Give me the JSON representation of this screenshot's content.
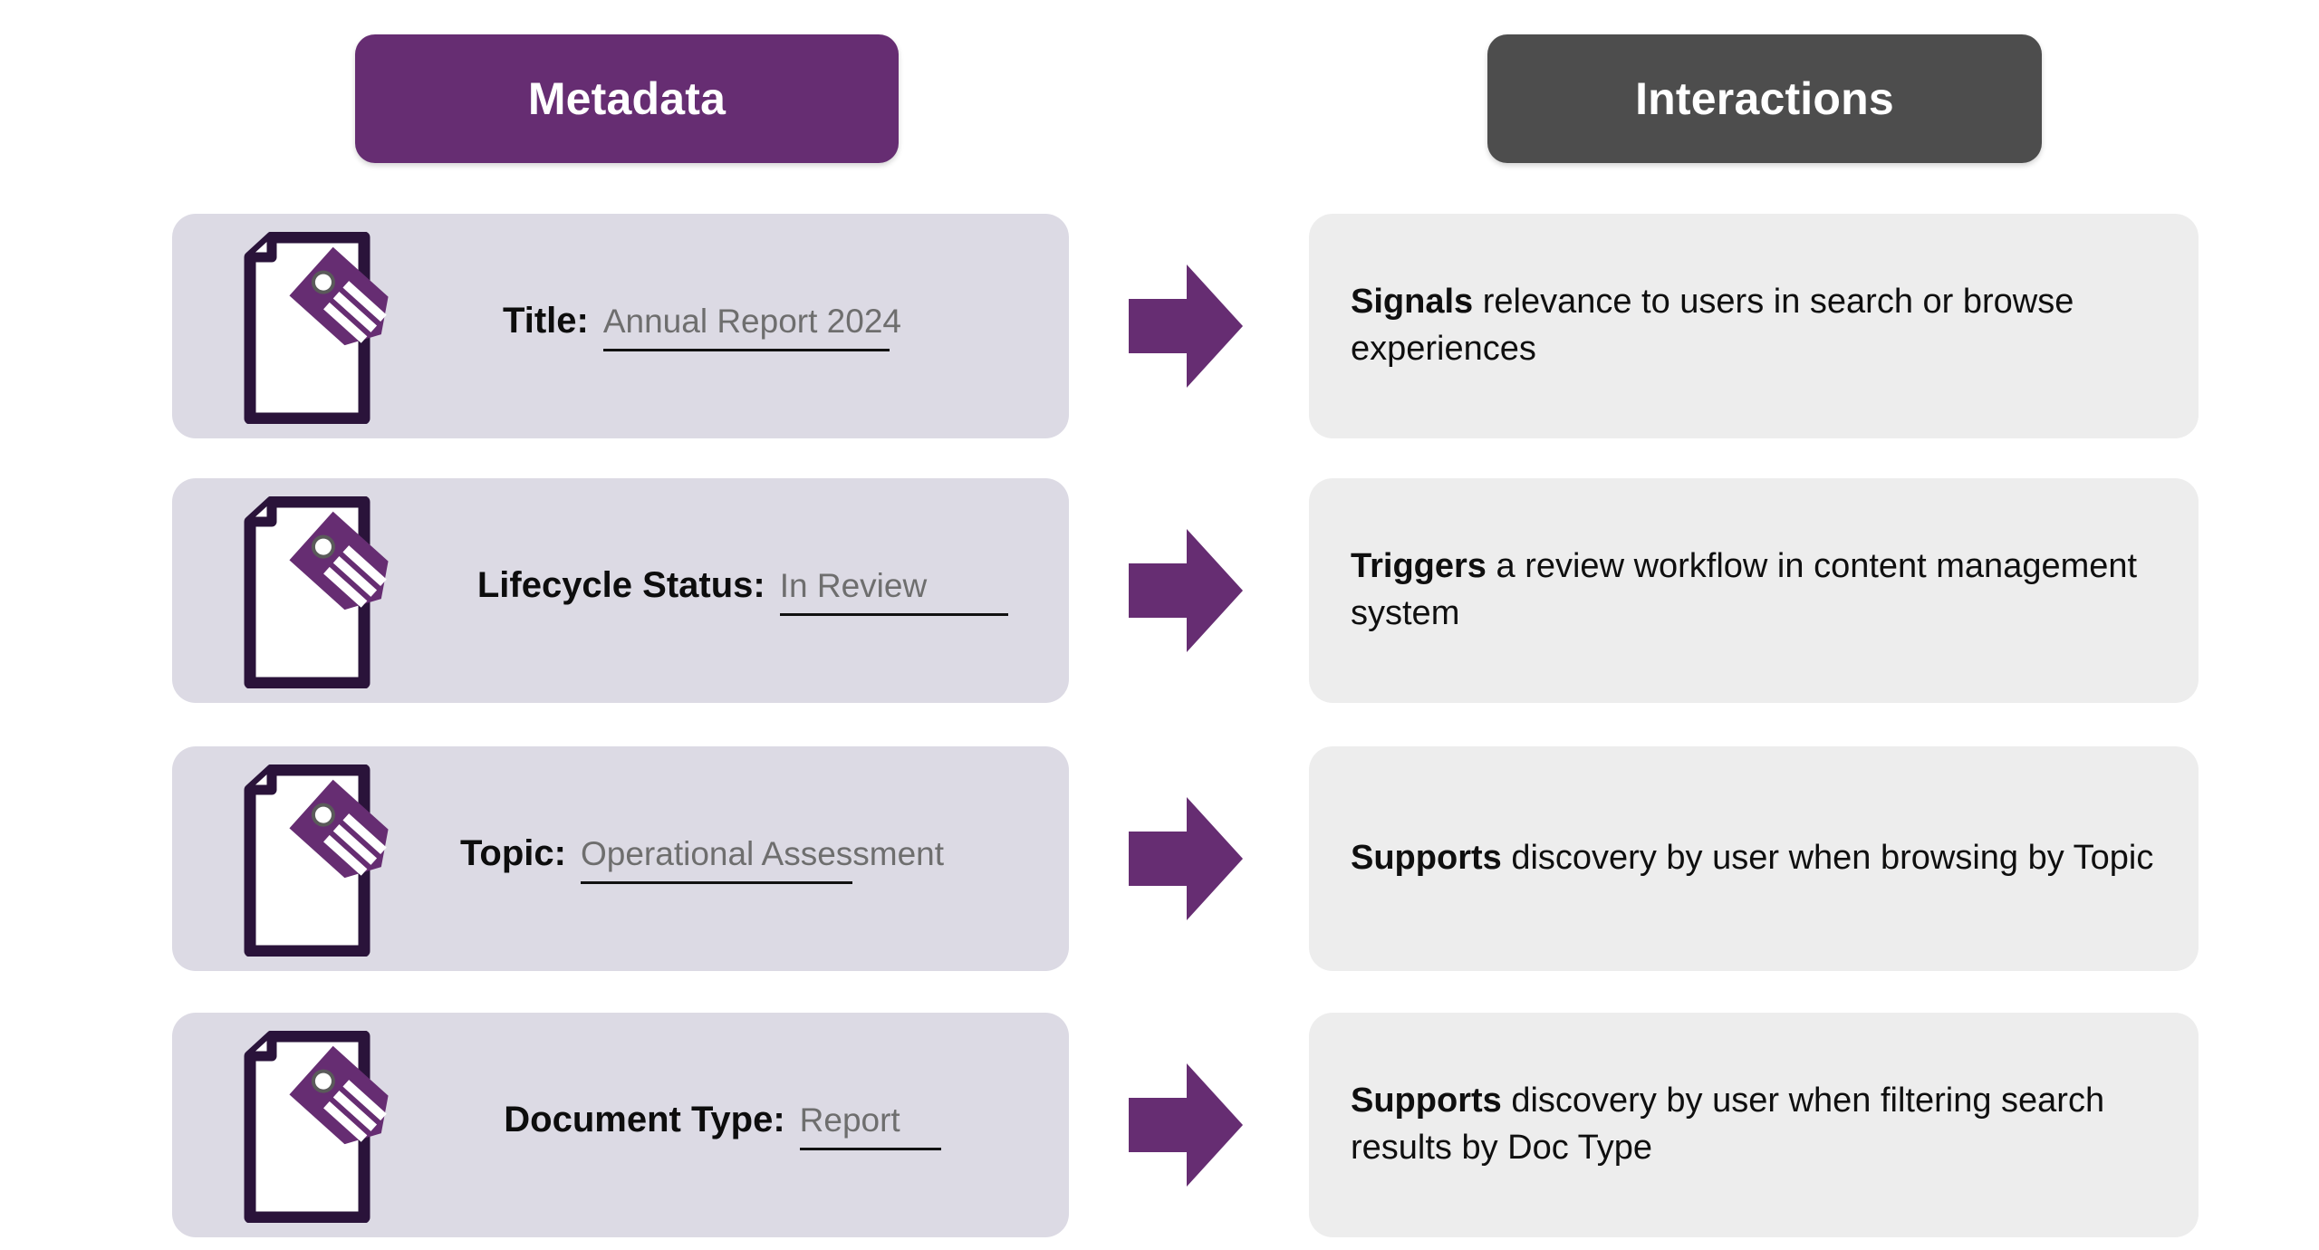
{
  "headers": {
    "metadata": {
      "label": "Metadata",
      "color": "#662D72"
    },
    "interactions": {
      "label": "Interactions",
      "color": "#4D4D4D"
    }
  },
  "palette": {
    "purple": "#662D72",
    "dark_purple": "#2A133A",
    "metadata_card_bg": "#DCDAE4",
    "interaction_card_bg": "#EDEDED",
    "value_text": "#6E6E6E",
    "label_text": "#0D0D0D",
    "page_bg": "#FFFFFF"
  },
  "rows": [
    {
      "icon": "document-tag-icon",
      "label": "Title:",
      "value": "Annual Report 2024",
      "underline_width": 316,
      "interaction": {
        "lead": "Signals",
        "rest": " relevance to users in search or browse experiences"
      }
    },
    {
      "icon": "document-tag-icon",
      "label": "Lifecycle Status:",
      "value": "In Review",
      "underline_width": 252,
      "interaction": {
        "lead": "Triggers",
        "rest": " a review workflow in content management system"
      }
    },
    {
      "icon": "document-tag-icon",
      "label": "Topic:",
      "value": "Operational Assessment",
      "underline_width": 300,
      "interaction": {
        "lead": "Supports",
        "rest": " discovery by user when browsing by Topic"
      }
    },
    {
      "icon": "document-tag-icon",
      "label": "Document Type:",
      "value": "Report",
      "underline_width": 156,
      "interaction": {
        "lead": "Supports",
        "rest": " discovery by user when filtering search results by Doc Type"
      }
    }
  ],
  "arrow": {
    "icon": "right-arrow-icon",
    "color": "#662D72",
    "count": 4
  }
}
